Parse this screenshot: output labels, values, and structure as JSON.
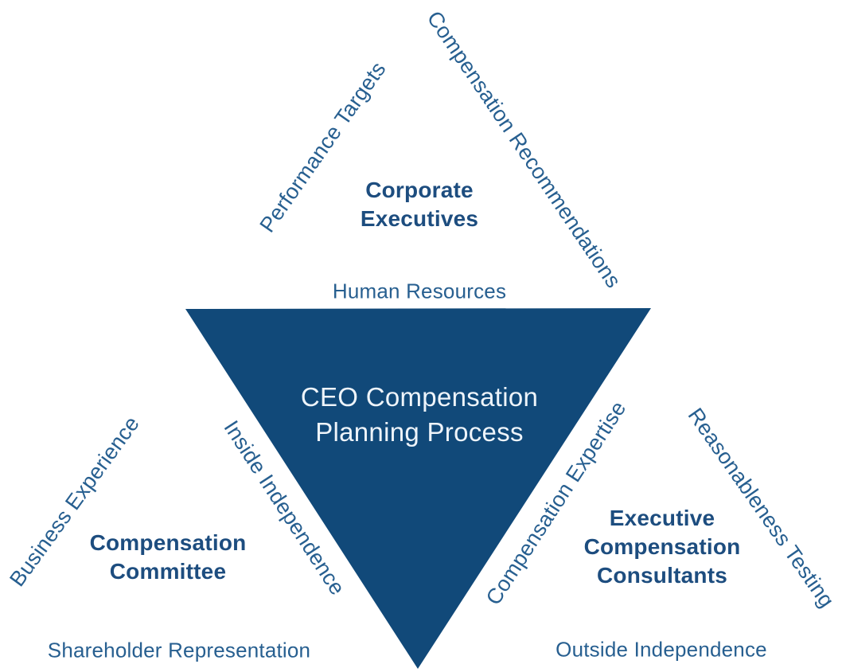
{
  "center": {
    "line1": "CEO Compensation",
    "line2": "Planning Process"
  },
  "groups": {
    "top": {
      "bold_line1": "Corporate",
      "bold_line2": "Executives",
      "edge_left": "Performance Targets",
      "edge_right": "Compensation Recommendations",
      "base": "Human Resources"
    },
    "left": {
      "bold_line1": "Compensation",
      "bold_line2": "Committee",
      "edge_left": "Business Experience",
      "edge_right": "Inside Independence",
      "base": "Shareholder Representation"
    },
    "right": {
      "bold_line1": "Executive",
      "bold_line2": "Compensation",
      "bold_line3": "Consultants",
      "edge_left": "Compensation Expertise",
      "edge_right": "Reasonableness Testing",
      "base": "Outside Independence"
    }
  },
  "colors": {
    "triangle": "#114979",
    "label": "#275f90",
    "bold_label": "#1d4d7f",
    "center_title": "#eef4fa",
    "background": "#ffffff"
  },
  "triangle_points": "233,388 818,387 525,840"
}
